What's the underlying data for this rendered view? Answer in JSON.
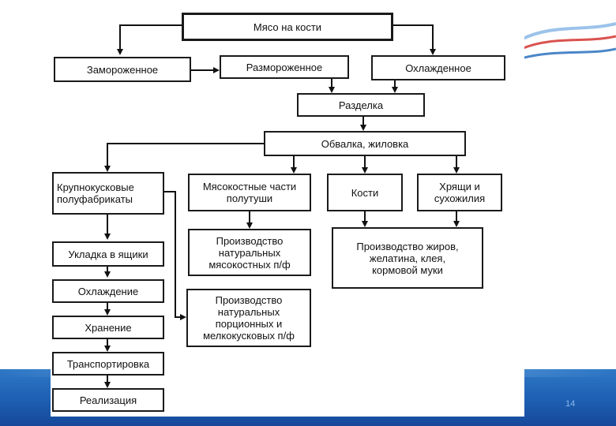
{
  "slide": {
    "page_number": "14"
  },
  "diagram": {
    "root": "Мясо на кости",
    "frozen": "Замороженное",
    "thawed": "Размороженное",
    "chilled": "Охлажденное",
    "cutting": "Разделка",
    "deboning": "Обвалка, жиловка",
    "large_pieces": "Крупнокусковые\nполуфабрикаты",
    "bone_parts": "Мясокостные части\nполутуши",
    "bones": "Кости",
    "cartilage": "Хрящи и\nсухожилия",
    "prod_bone_pf": "Производство\nнатуральных\nмясокостных п/ф",
    "prod_fats": "Производство жиров,\nжелатина, клея,\nкормовой муки",
    "prod_portion_pf": "Производство\nнатуральных\nпорционных и\nмелкокусковых п/ф",
    "packing": "Укладка в ящики",
    "cooling": "Охлаждение",
    "storage": "Хранение",
    "transport": "Транспортировка",
    "sale": "Реализация"
  }
}
